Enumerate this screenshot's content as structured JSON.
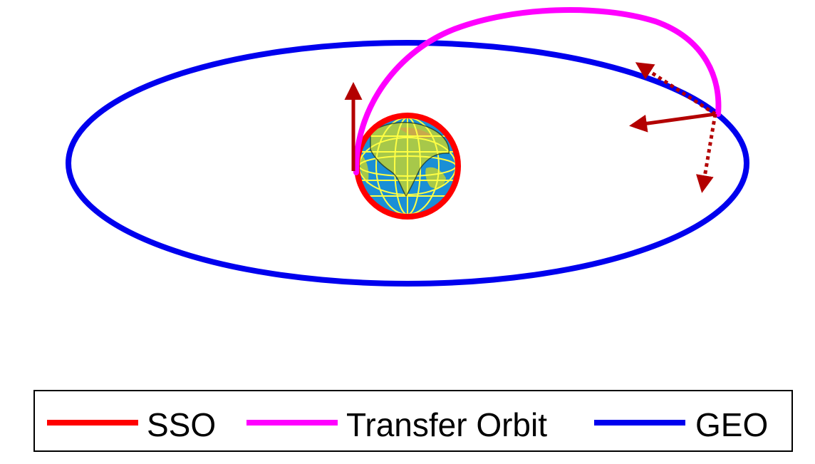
{
  "colors": {
    "sso": "#ff0000",
    "transfer": "#ff00ff",
    "geo": "#0000ee",
    "arrow": "#b30000",
    "earth_ocean": "#1a8fd6",
    "earth_land": "#a7c84a",
    "earth_grid": "#ffff44",
    "legend_border": "#000000"
  },
  "legend": {
    "items": [
      {
        "key": "sso",
        "label": "SSO"
      },
      {
        "key": "transfer",
        "label": "Transfer Orbit"
      },
      {
        "key": "geo",
        "label": "GEO"
      }
    ]
  },
  "icons": [
    "earth-globe-icon",
    "velocity-arrow-icon"
  ]
}
